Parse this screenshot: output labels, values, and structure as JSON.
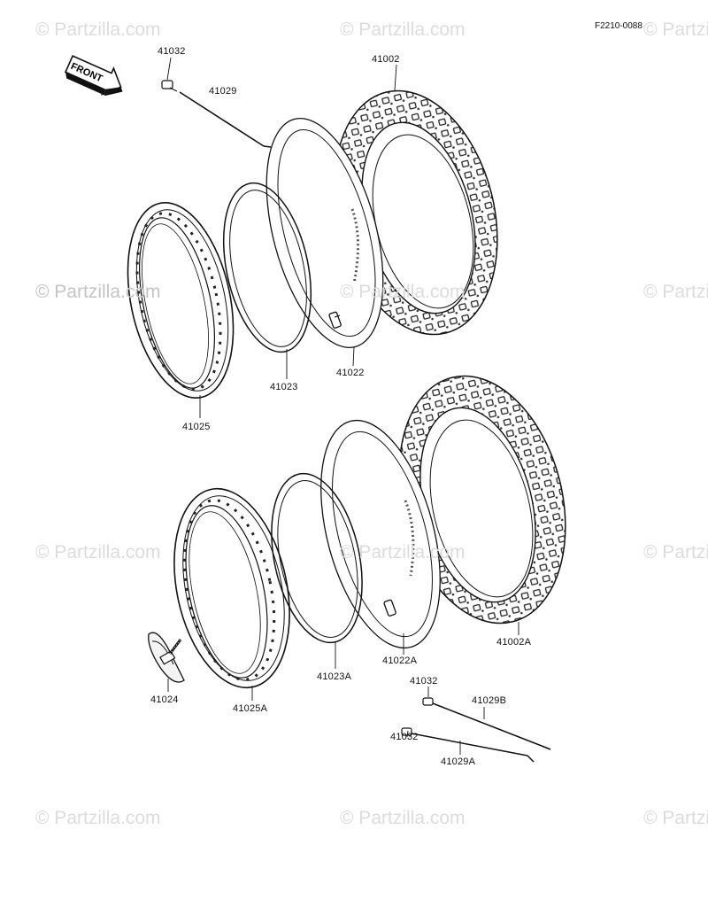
{
  "diagram_code": "F2210-0088",
  "front_arrow": {
    "label": "FRONT"
  },
  "watermark": {
    "text": "© Partzilla.com"
  },
  "parts": {
    "p41032_top": "41032",
    "p41029": "41029",
    "p41002": "41002",
    "p41023": "41023",
    "p41022": "41022",
    "p41025": "41025",
    "p41024": "41024",
    "p41025A": "41025A",
    "p41023A": "41023A",
    "p41022A": "41022A",
    "p41002A": "41002A",
    "p41032_mid": "41032",
    "p41029B": "41029B",
    "p41032_low": "41032",
    "p41029A": "41029A"
  }
}
